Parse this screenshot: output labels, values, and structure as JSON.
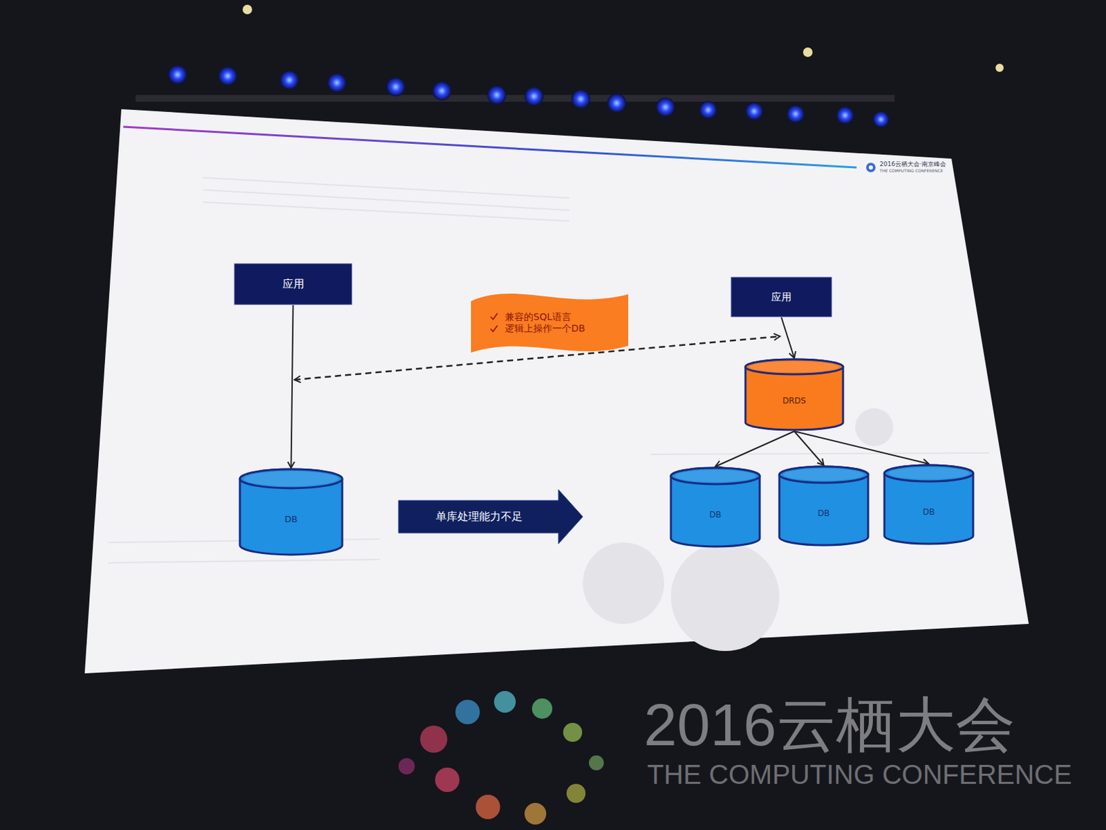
{
  "diagram": {
    "nodes": [
      {
        "text": [
          "应用"
        ]
      },
      {
        "text": [
          "DB"
        ]
      },
      {
        "text": [
          "兼容的SQL语言",
          "逻辑上操作一个DB"
        ]
      },
      {
        "text": [
          "单库处理能力不足"
        ]
      },
      {
        "text": [
          "应用"
        ]
      },
      {
        "text": [
          "DRDS"
        ]
      },
      {
        "text": [
          "DB"
        ]
      },
      {
        "text": [
          "DB"
        ]
      },
      {
        "text": [
          "DB"
        ]
      }
    ],
    "edges": [
      {
        "from": 0,
        "to": 1,
        "arrow": "to"
      },
      {
        "from": 4,
        "to": 5,
        "arrow": "to"
      },
      {
        "from": 5,
        "to": 6,
        "arrow": "to"
      },
      {
        "from": 5,
        "to": 7,
        "arrow": "to"
      },
      {
        "from": 5,
        "to": 8,
        "arrow": "to"
      }
    ],
    "labels": [
      "2016云栖大会·南京峰会",
      "THE COMPUTING CONFERENCE",
      "2016云栖大会",
      "THE COMPUTING CONFERENCE"
    ]
  }
}
